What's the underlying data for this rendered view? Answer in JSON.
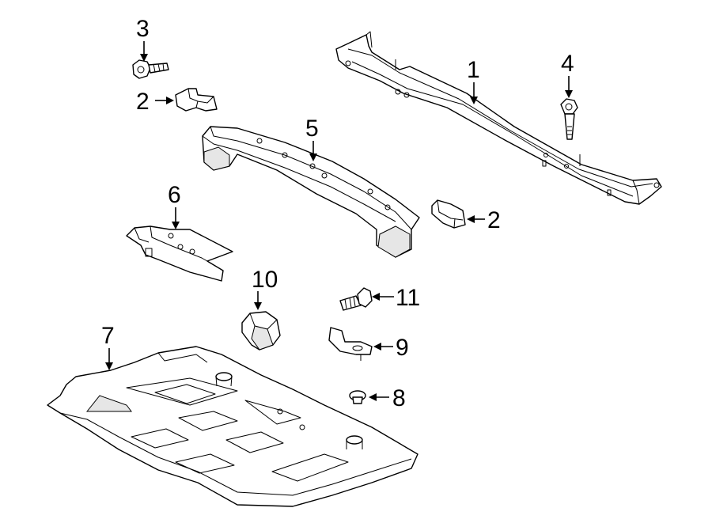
{
  "callouts": [
    {
      "id": "1",
      "label": "1"
    },
    {
      "id": "2a",
      "label": "2"
    },
    {
      "id": "2b",
      "label": "2"
    },
    {
      "id": "3",
      "label": "3"
    },
    {
      "id": "4",
      "label": "4"
    },
    {
      "id": "5",
      "label": "5"
    },
    {
      "id": "6",
      "label": "6"
    },
    {
      "id": "7",
      "label": "7"
    },
    {
      "id": "8",
      "label": "8"
    },
    {
      "id": "9",
      "label": "9"
    },
    {
      "id": "10",
      "label": "10"
    },
    {
      "id": "11",
      "label": "11"
    }
  ]
}
